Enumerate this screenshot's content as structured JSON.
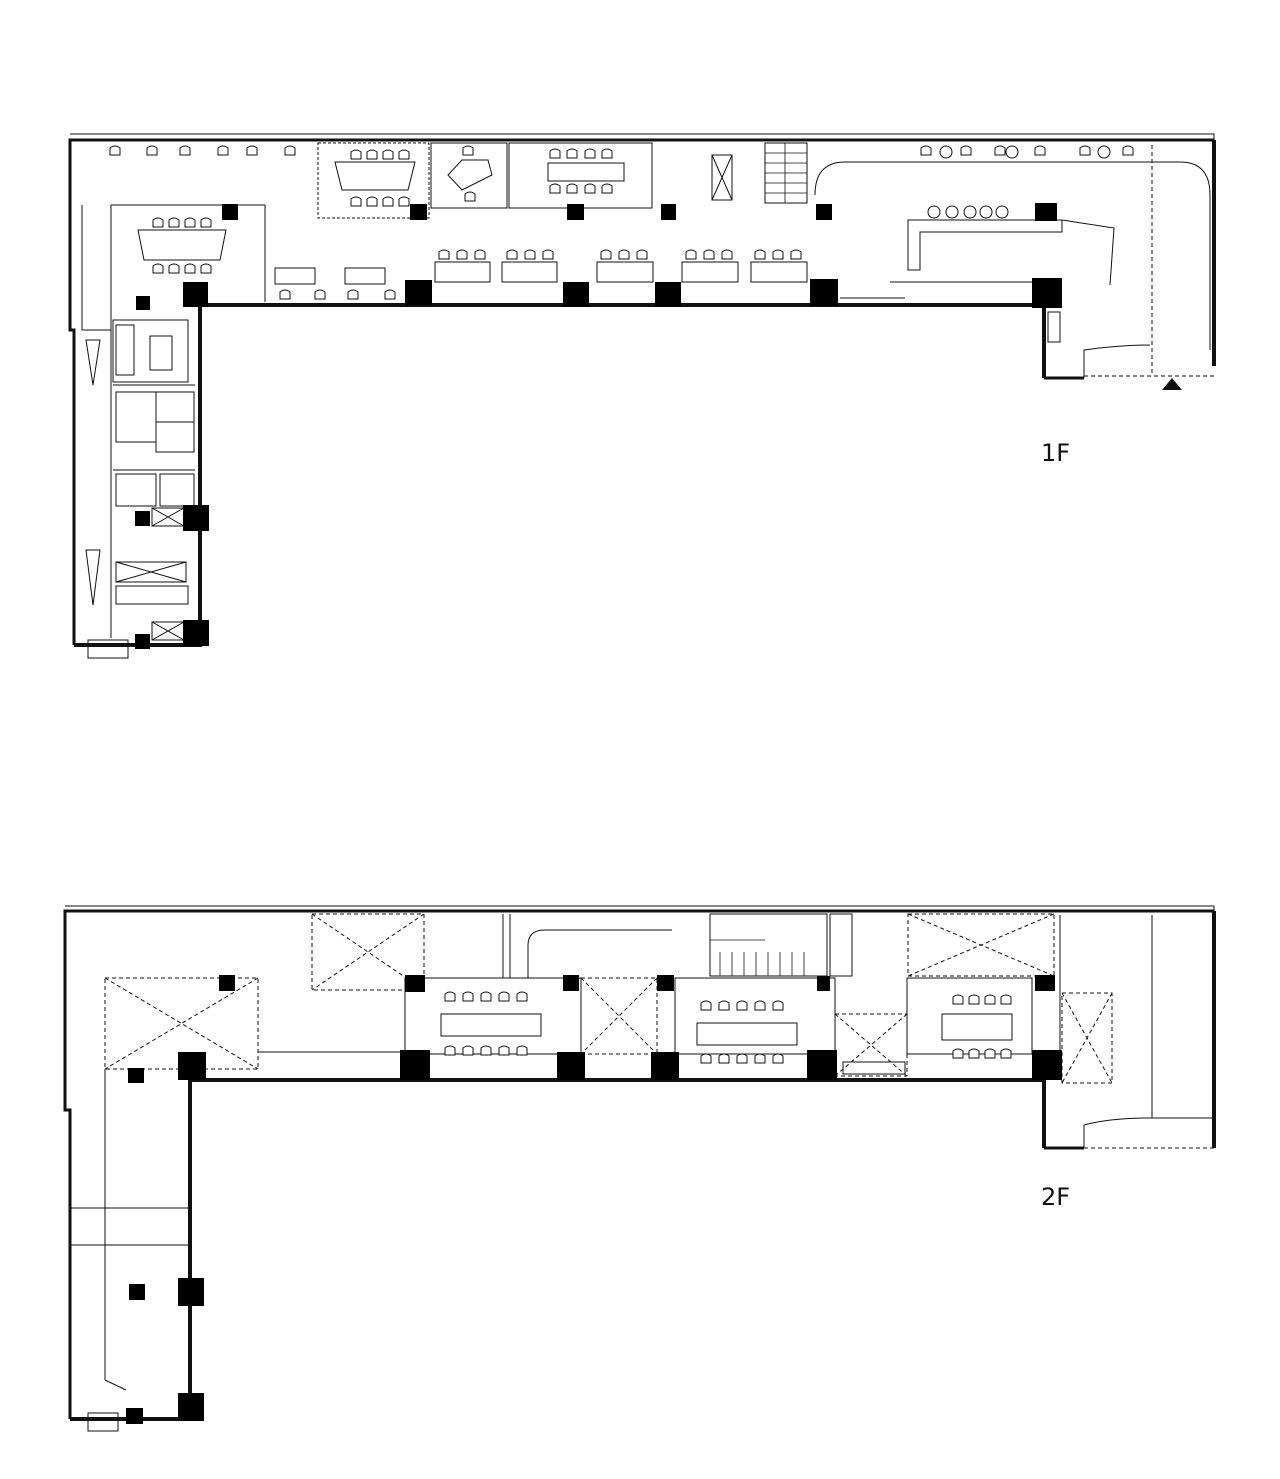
{
  "floors": [
    {
      "id": "1f",
      "label": "1F"
    },
    {
      "id": "2f",
      "label": "2F"
    }
  ],
  "colors": {
    "line": "#111111",
    "column": "#000000",
    "background": "#ffffff"
  }
}
